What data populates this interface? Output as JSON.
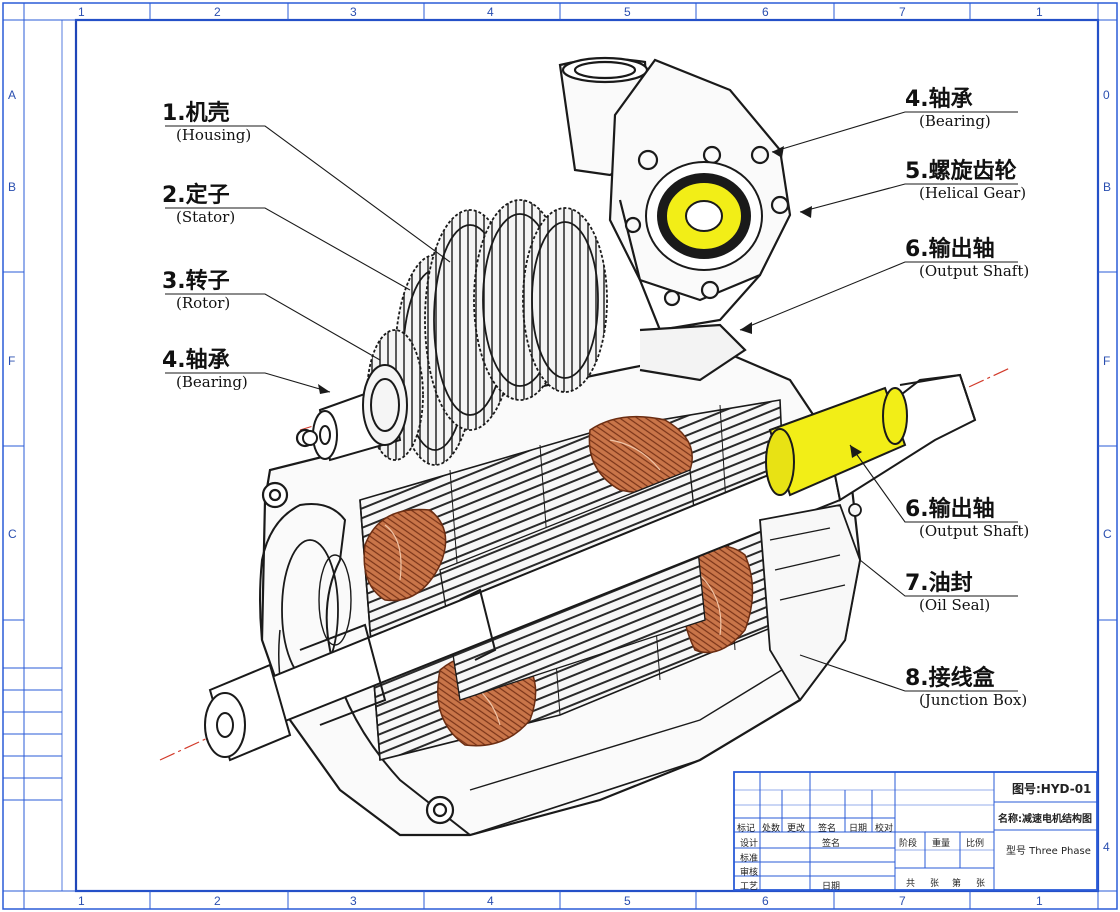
{
  "frame": {
    "col_numbers": [
      "1",
      "2",
      "3",
      "4",
      "5",
      "6",
      "7",
      "1"
    ],
    "row_letters_left": [
      "A",
      "B",
      "F",
      "C"
    ],
    "row_letters_right": [
      "0",
      "B",
      "F",
      "C",
      "4"
    ],
    "line_color": "#2a5bd7"
  },
  "callouts": [
    {
      "id": "housing",
      "zh": "1.机壳",
      "en": "(Housing)"
    },
    {
      "id": "stator",
      "zh": "2.定子",
      "en": "(Stator)"
    },
    {
      "id": "rotor",
      "zh": "3.转子",
      "en": "(Rotor)"
    },
    {
      "id": "bearing-left",
      "zh": "4.轴承",
      "en": "(Bearing)"
    },
    {
      "id": "bearing-right",
      "zh": "4.轴承",
      "en": "(Bearing)"
    },
    {
      "id": "helical-gear",
      "zh": "5.螺旋齿轮",
      "en": "(Helical Gear)"
    },
    {
      "id": "output-shaft-top",
      "zh": "6.输出轴",
      "en": "(Output Shaft)"
    },
    {
      "id": "output-shaft-mid",
      "zh": "6.输出轴",
      "en": "(Output Shaft)"
    },
    {
      "id": "oil-seal",
      "zh": "7.油封",
      "en": "(Oil Seal)"
    },
    {
      "id": "junction-box",
      "zh": "8.接线盒",
      "en": "(Junction Box)"
    }
  ],
  "title_block": {
    "drawing_no": "图号:HYD-01",
    "name": "名称:减速电机结构图",
    "model": "型号  Three Phase",
    "row1": [
      "标记",
      "处数",
      "更改",
      "签名",
      "日期",
      "校对"
    ],
    "col_left": [
      "设计",
      "标准",
      "审核",
      "工艺"
    ],
    "mid_top": "签名",
    "mid_bottom": "日期",
    "right_small": [
      "阶段",
      "重量",
      "比例"
    ],
    "bottom_row": [
      "共",
      "张",
      "第",
      "张"
    ]
  },
  "colors": {
    "copper": "#b8643c",
    "copper_dark": "#7a3418",
    "highlight_yellow": "#f2ee17",
    "ink": "#1a1a1a",
    "centerline": "#d23a2a"
  }
}
